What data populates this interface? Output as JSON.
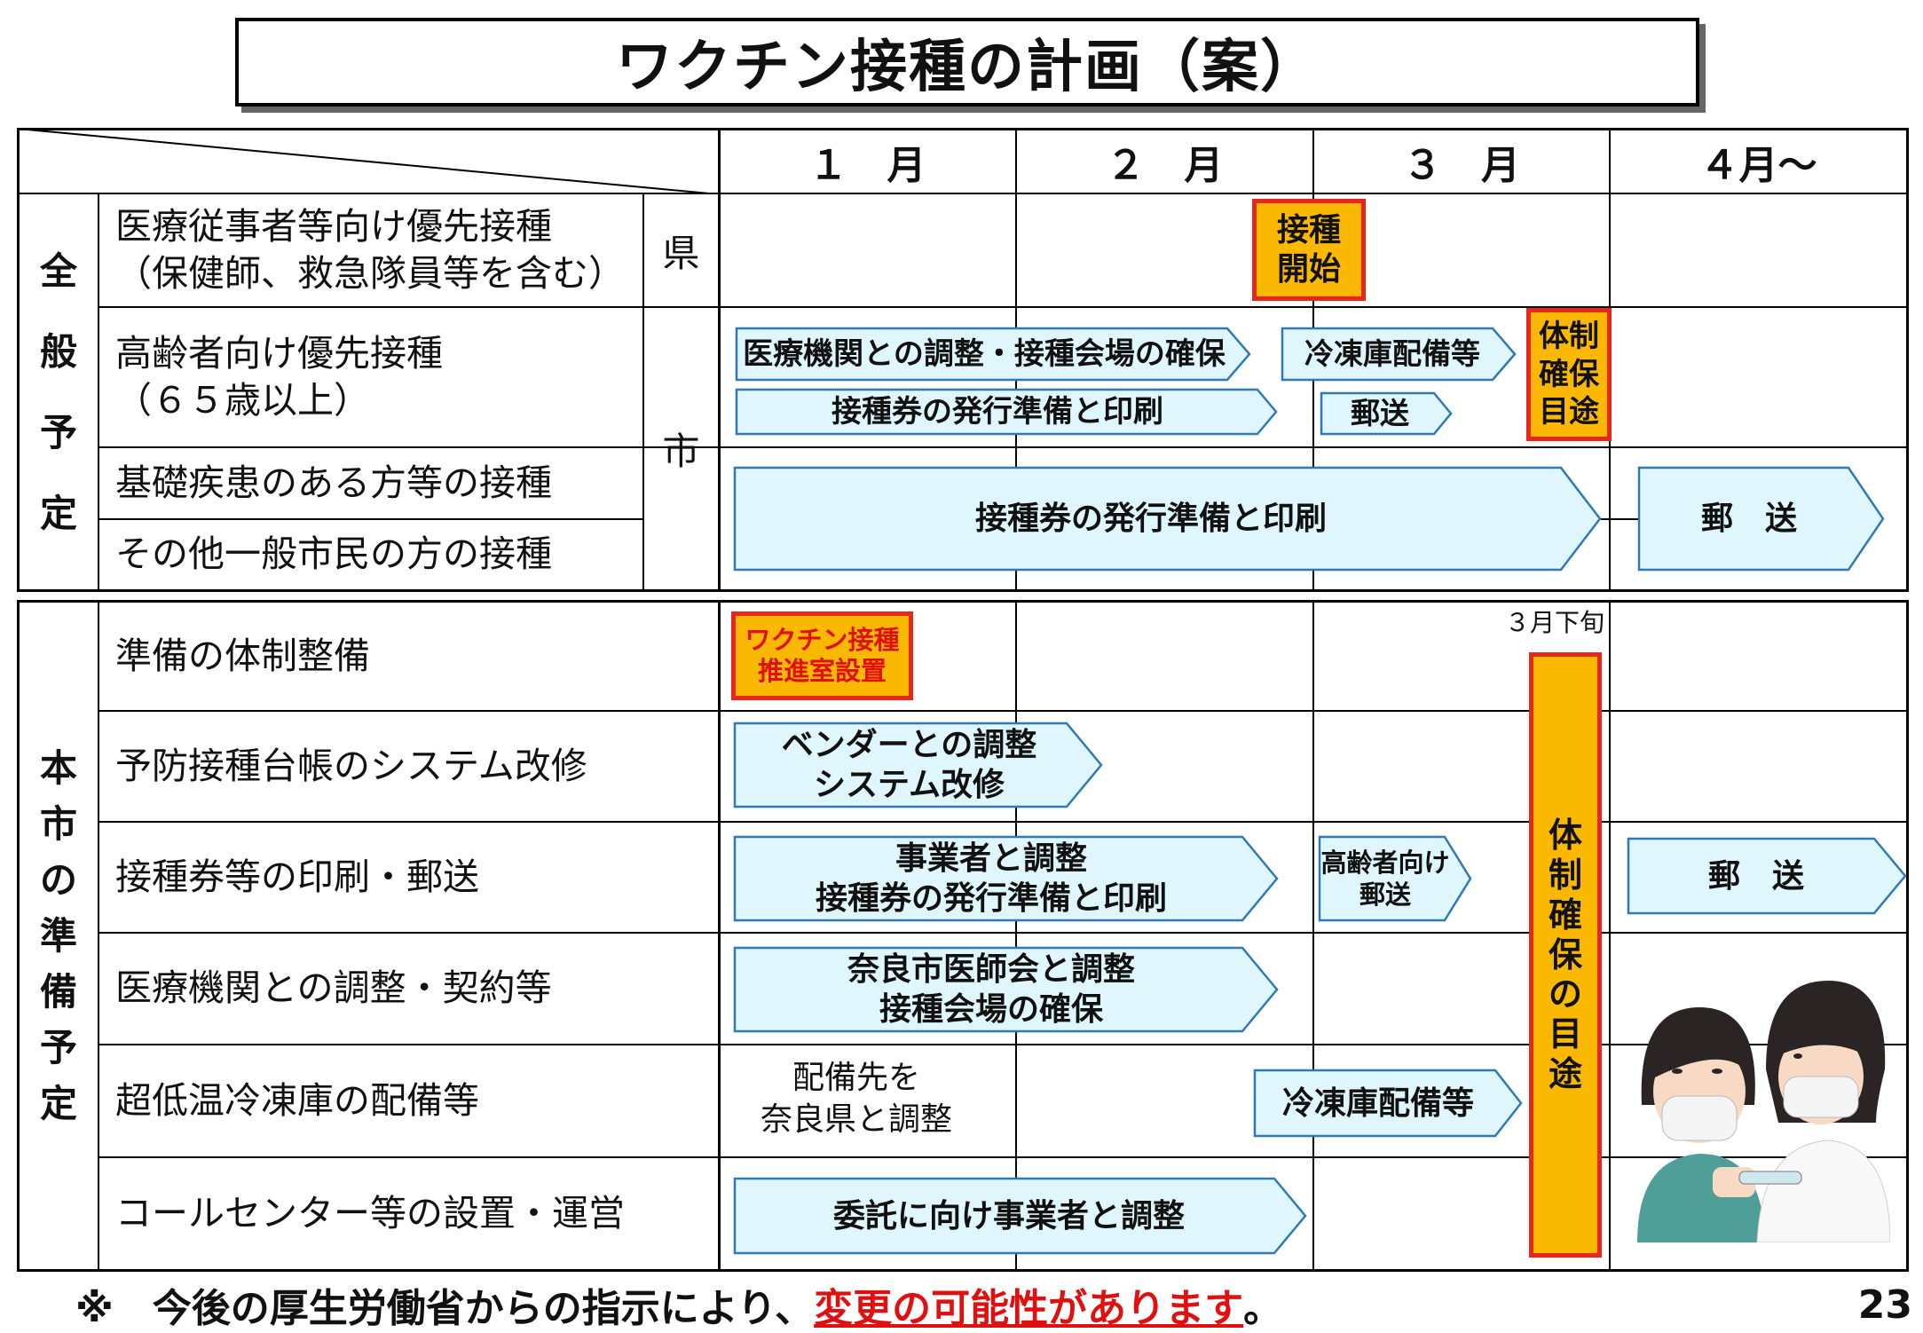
{
  "title": "ワクチン接種の計画（案）",
  "months": [
    "１　月",
    "２　月",
    "３　月",
    "４月～"
  ],
  "general": {
    "section_label": [
      "全",
      "般",
      "予",
      "定"
    ],
    "rows": [
      {
        "label": [
          "医療従事者等向け優先接種",
          "（保健師、救急隊員等を含む）"
        ],
        "agency": "県"
      },
      {
        "label": [
          "高齢者向け優先接種",
          "（６５歳以上）"
        ]
      },
      {
        "label": [
          "基礎疾患のある方等の接種"
        ]
      },
      {
        "label": [
          "その他一般市民の方の接種"
        ]
      }
    ],
    "city_agency": "市",
    "start_badge": "接種\n開始",
    "system_badge": "体制\n確保\n目途",
    "arrows": {
      "coordination": "医療機関との調整・接種会場の確保",
      "freezer": "冷凍庫配備等",
      "ticket_prep": "接種券の発行準備と印刷",
      "mail": "郵送",
      "ticket_prep_all": "接種券の発行準備と印刷",
      "mail_april": "郵　送"
    }
  },
  "city": {
    "section_label": [
      "本",
      "市",
      "の",
      "準",
      "備",
      "予",
      "定"
    ],
    "rows": [
      {
        "label": "準備の体制整備"
      },
      {
        "label": "予防接種台帳のシステム改修"
      },
      {
        "label": "接種券等の印刷・郵送"
      },
      {
        "label": "医療機関との調整・契約等"
      },
      {
        "label": "超低温冷凍庫の配備等"
      },
      {
        "label": "コールセンター等の設置・運営"
      }
    ],
    "office_badge": "ワクチン接種\n推進室設置",
    "late_march": "３月下旬",
    "system_bar": "体制確保の目途",
    "freezer_note": "配備先を\n奈良県と調整",
    "arrows": {
      "vendor": "ベンダーとの調整\nシステム改修",
      "printing": "事業者と調整\n接種券の発行準備と印刷",
      "elderly_mail": "高齢者向け\n郵送",
      "mail_april": "郵　送",
      "medical": "奈良市医師会と調整\n接種会場の確保",
      "freezer": "冷凍庫配備等",
      "callcenter": "委託に向け事業者と調整"
    }
  },
  "footnote_prefix": "※　今後の厚生労働省からの指示により、",
  "footnote_red": "変更の可能性があります",
  "footnote_suffix": "。",
  "page_number": "23",
  "colors": {
    "arrow_fill": "#dff6fc",
    "arrow_stroke": "#2f79b5",
    "orange": "#fbb800",
    "red": "#e8261c"
  }
}
